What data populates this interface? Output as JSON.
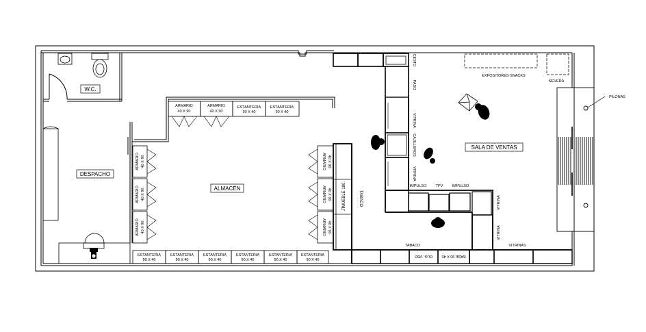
{
  "rooms": {
    "wc": "W.C.",
    "despacho": "DESPACHO",
    "almacen": "ALMACÉN",
    "sala_ventas": "SALA DE VENTAS"
  },
  "armarios": {
    "top_1": [
      "ARMARIO",
      "40 X 90"
    ],
    "top_2": [
      "ARMARIO",
      "40 X 90"
    ],
    "left_1": [
      "ARMARIO",
      "40 X 90"
    ],
    "left_2": [
      "ARMARIO",
      "40 X 90"
    ],
    "left_3": [
      "ARMARIO",
      "40 X 90"
    ],
    "right_1": [
      "ARMARIO",
      "40 X 90"
    ],
    "right_2": [
      "ARMARIO",
      "40 X 90"
    ],
    "right_3": [
      "ARMARIO",
      "40 X 90"
    ]
  },
  "estanterias": {
    "top_1": [
      "ESTANTERIA",
      "90 X 40"
    ],
    "top_2": [
      "ESTANTERIA",
      "90 X 40"
    ],
    "bottom": [
      [
        "ESTANTERIA",
        "90 X 40"
      ],
      [
        "ESTANTERIA",
        "90 X 40"
      ],
      [
        "ESTANTERIA",
        "90 X 40"
      ],
      [
        "ESTANTERIA",
        "90 X 40"
      ],
      [
        "ESTANTERIA",
        "90 X 40"
      ],
      [
        "ESTANTERIA",
        "90 X 40"
      ]
    ]
  },
  "sales_labels": {
    "tabaco_left": "TABACO",
    "mueble": "MUEBLE 180.",
    "mueble_code": "JT",
    "tabaco_bottom": "TABACO",
    "expositores": "EXPOSITORES SNACKS",
    "nevera": "NEVERA",
    "pilonas": "PILONAS",
    "paso": "PASO",
    "vitrina_upper": "VITRINA",
    "cajilleros": "CAJILLEROS",
    "vitrina_lower": "VITRINA",
    "impulso_left": "IMPULSO",
    "tpv": "TPV",
    "impulso_right": "IMPULSO",
    "vitrina_right": "VITRINA",
    "vitrina_right2": "VITRINA",
    "vitrinas": "VITRINAS",
    "olg_vbo": "OLG. VBO",
    "base": "BASE 90 X 45",
    "cesta": "CESTO"
  }
}
